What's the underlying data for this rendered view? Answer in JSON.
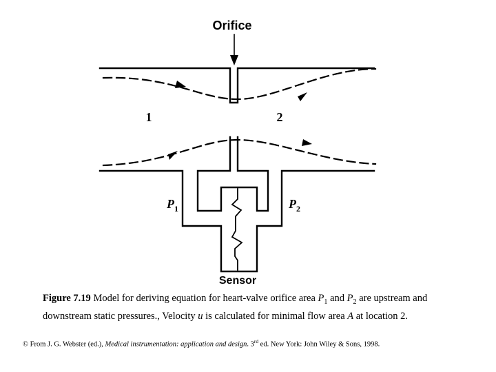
{
  "diagram": {
    "orifice_label": "Orifice",
    "location_1": "1",
    "location_2": "2",
    "p1_letter": "P",
    "p1_sub": "1",
    "p2_letter": "P",
    "p2_sub": "2",
    "sensor_label": "Sensor"
  },
  "caption": {
    "figure_number": "Figure 7.19",
    "text_a": " Model for deriving equation for heart-valve orifice area ",
    "p1_letter": "P",
    "p1_sub": "1",
    "text_b": " and ",
    "p2_letter": "P",
    "p2_sub": "2",
    "text_c": " are upstream and downstream static pressures., Velocity ",
    "u_symbol": "u",
    "text_d": " is calculated for minimal flow area ",
    "a_symbol": "A",
    "text_e": " at location 2."
  },
  "credit": {
    "prefix": "© From J. G. Webster (ed.), ",
    "book_title": "Medical instrumentation: application and design",
    "edition_num": ". 3",
    "edition_sup": "rd",
    "suffix": " ed. New York: John Wiley & Sons, 1998."
  }
}
